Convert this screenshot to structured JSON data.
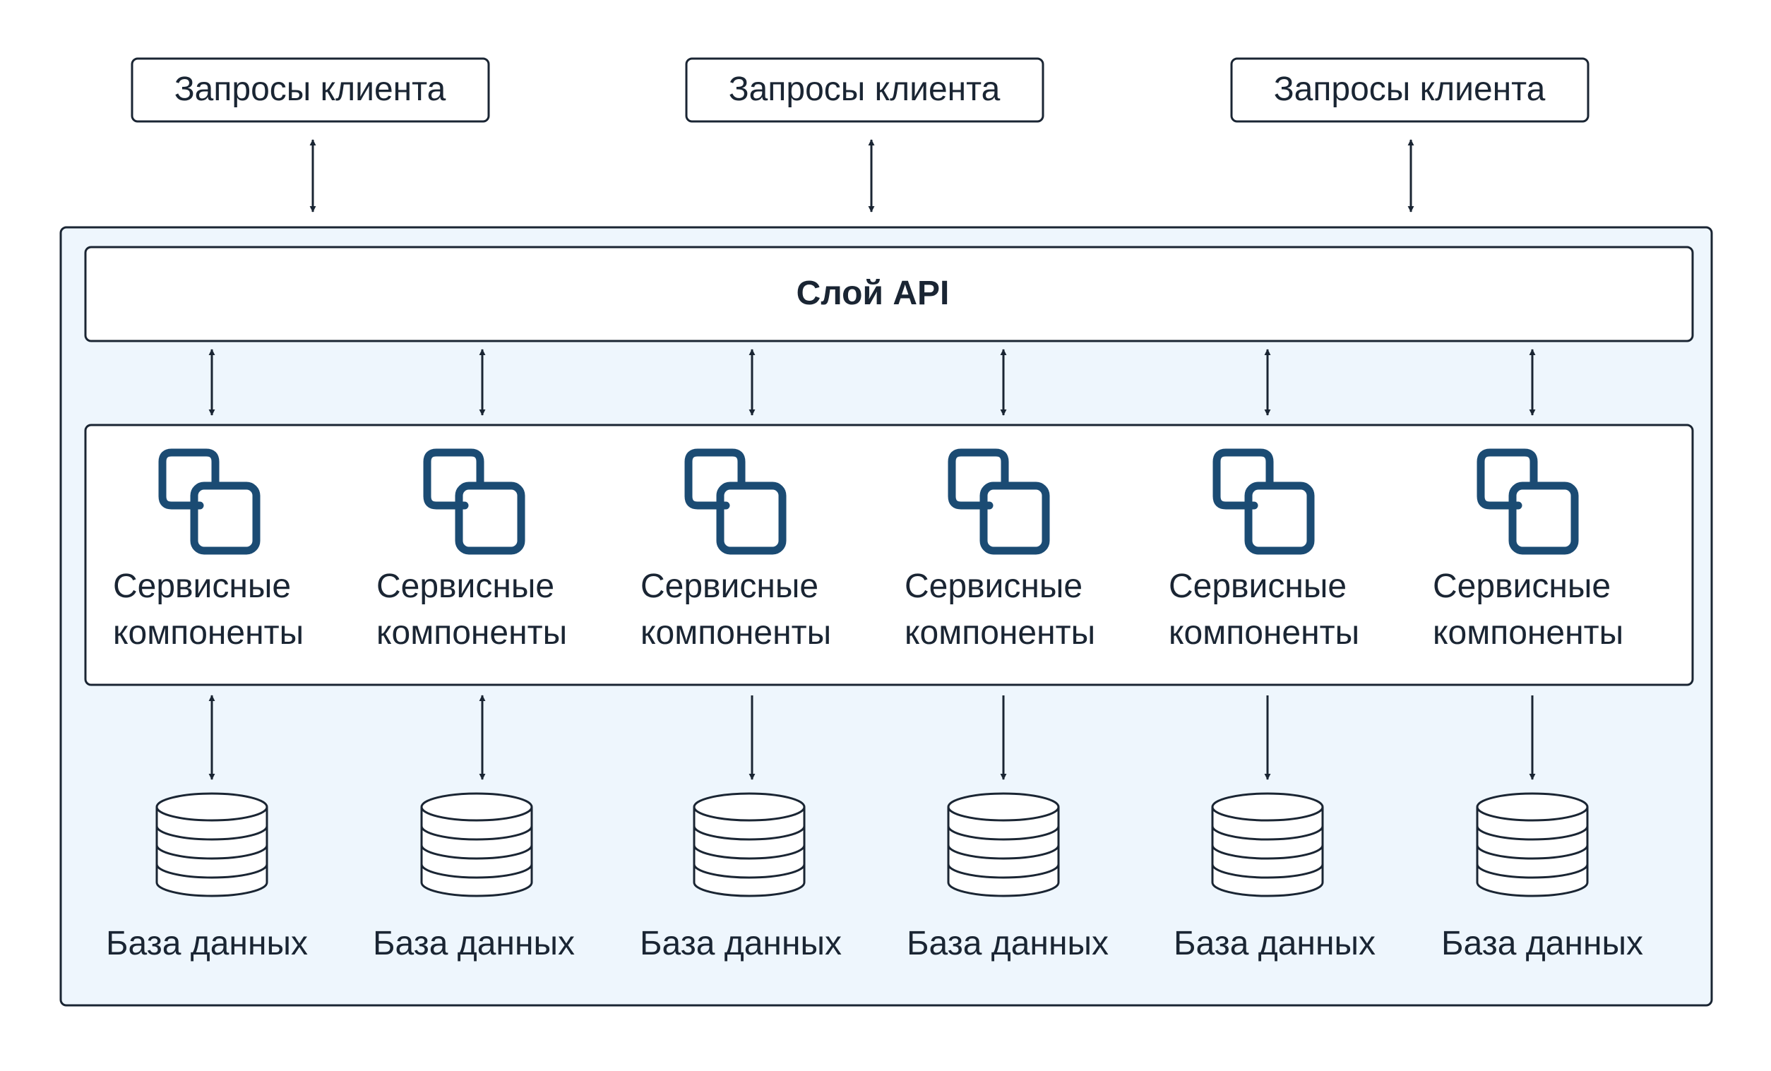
{
  "clients": [
    {
      "label": "Запросы клиента"
    },
    {
      "label": "Запросы клиента"
    },
    {
      "label": "Запросы клиента"
    }
  ],
  "api_layer": {
    "label": "Слой API"
  },
  "services": [
    {
      "line1": "Сервисные",
      "line2": "компоненты",
      "icon": "copy-icon",
      "db_arrow": "bidirectional"
    },
    {
      "line1": "Сервисные",
      "line2": "компоненты",
      "icon": "copy-icon",
      "db_arrow": "bidirectional"
    },
    {
      "line1": "Сервисные",
      "line2": "компоненты",
      "icon": "copy-icon",
      "db_arrow": "down"
    },
    {
      "line1": "Сервисные",
      "line2": "компоненты",
      "icon": "copy-icon",
      "db_arrow": "down"
    },
    {
      "line1": "Сервисные",
      "line2": "компоненты",
      "icon": "copy-icon",
      "db_arrow": "down"
    },
    {
      "line1": "Сервисные",
      "line2": "компоненты",
      "icon": "copy-icon",
      "db_arrow": "down"
    }
  ],
  "databases": [
    {
      "label": "База данных",
      "icon": "database-icon"
    },
    {
      "label": "База данных",
      "icon": "database-icon"
    },
    {
      "label": "База данных",
      "icon": "database-icon"
    },
    {
      "label": "База данных",
      "icon": "database-icon"
    },
    {
      "label": "База данных",
      "icon": "database-icon"
    },
    {
      "label": "База данных",
      "icon": "database-icon"
    }
  ],
  "colors": {
    "stroke": "#1a2533",
    "container_fill": "#eef6fd",
    "box_fill": "#ffffff",
    "icon": "#1b4b73"
  }
}
